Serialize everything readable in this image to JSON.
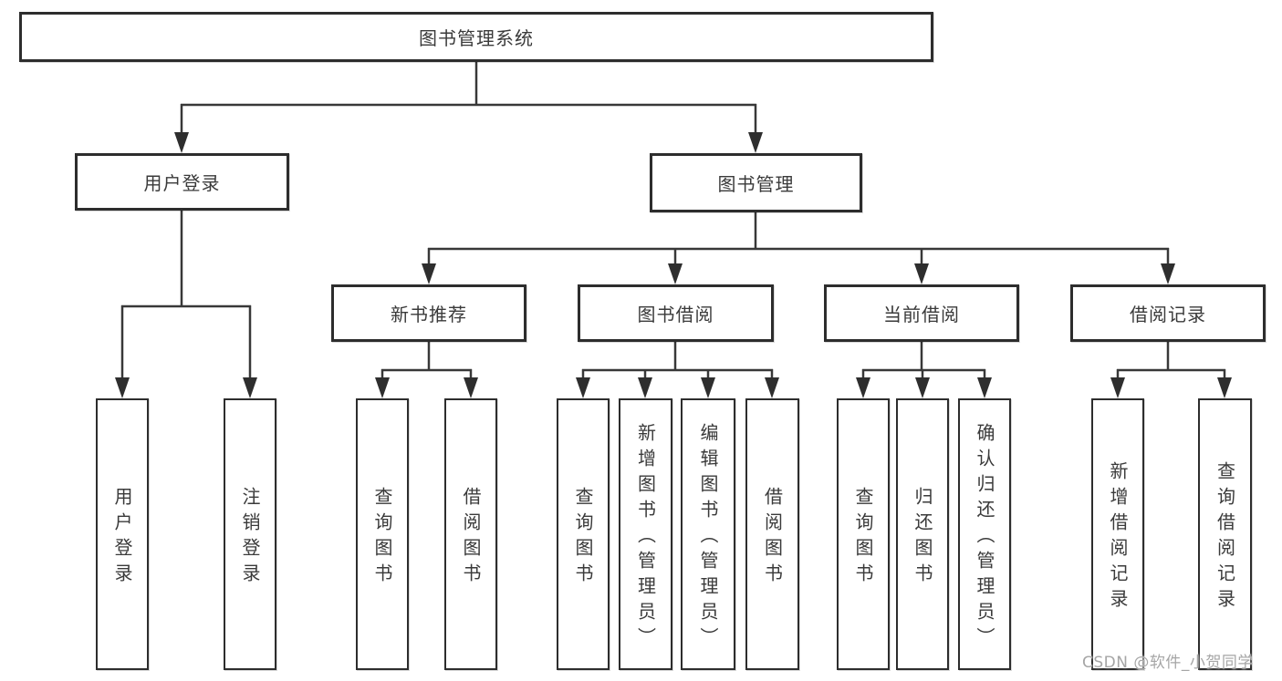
{
  "colors": {
    "background": "#ffffff",
    "line": "#383838",
    "box_border": "#2d2d2d",
    "text": "#3a3a3a",
    "watermark_text": "#a6a6a6"
  },
  "tree": {
    "label": "图书管理系统",
    "children": [
      {
        "label": "用户登录",
        "children": [
          {
            "label": "用户登录"
          },
          {
            "label": "注销登录"
          }
        ]
      },
      {
        "label": "图书管理",
        "children": [
          {
            "label": "新书推荐",
            "children": [
              {
                "label": "查询图书"
              },
              {
                "label": "借阅图书"
              }
            ]
          },
          {
            "label": "图书借阅",
            "children": [
              {
                "label": "查询图书"
              },
              {
                "label": "新增图书（管理员）"
              },
              {
                "label": "编辑图书（管理员）"
              },
              {
                "label": "借阅图书"
              }
            ]
          },
          {
            "label": "当前借阅",
            "children": [
              {
                "label": "查询图书"
              },
              {
                "label": "归还图书"
              },
              {
                "label": "确认归还（管理员）"
              }
            ]
          },
          {
            "label": "借阅记录",
            "children": [
              {
                "label": "新增借阅记录"
              },
              {
                "label": "查询借阅记录"
              }
            ]
          }
        ]
      }
    ]
  },
  "watermark": {
    "text": "CSDN @软件_小贺同学"
  }
}
